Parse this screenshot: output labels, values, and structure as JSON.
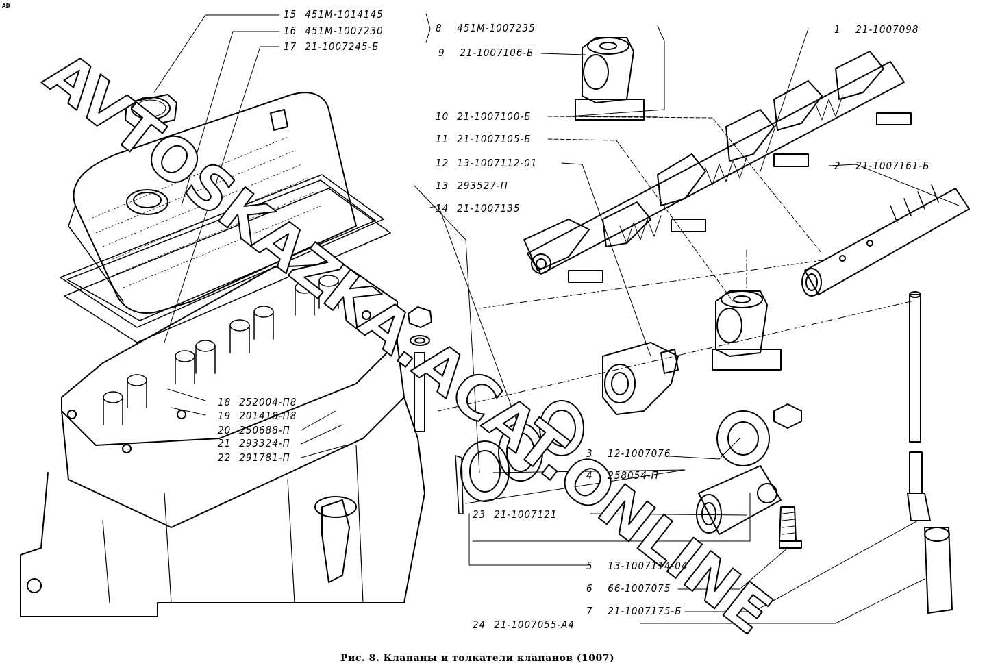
{
  "corner_mark": "AD",
  "watermark": "AVTOSKAZKA.ACAT.ONLINE",
  "caption": "Рис. 8. Клапаны и толкатели клапанов (1007)",
  "parts": [
    {
      "num": "1",
      "code": "21-1007098"
    },
    {
      "num": "2",
      "code": "21-1007161-Б"
    },
    {
      "num": "3",
      "code": "12-1007076"
    },
    {
      "num": "4",
      "code": "258054-П"
    },
    {
      "num": "5",
      "code": "13-1007114-04"
    },
    {
      "num": "6",
      "code": "66-1007075"
    },
    {
      "num": "7",
      "code": "21-1007175-Б"
    },
    {
      "num": "8",
      "code": "451М-1007235"
    },
    {
      "num": "9",
      "code": "21-1007106-Б"
    },
    {
      "num": "10",
      "code": "21-1007100-Б"
    },
    {
      "num": "11",
      "code": "21-1007105-Б"
    },
    {
      "num": "12",
      "code": "13-1007112-01"
    },
    {
      "num": "13",
      "code": "293527-П"
    },
    {
      "num": "14",
      "code": "21-1007135"
    },
    {
      "num": "15",
      "code": "451М-1014145"
    },
    {
      "num": "16",
      "code": "451М-1007230"
    },
    {
      "num": "17",
      "code": "21-1007245-Б"
    },
    {
      "num": "18",
      "code": "252004-П8"
    },
    {
      "num": "19",
      "code": "201418-П8"
    },
    {
      "num": "20",
      "code": "250688-П"
    },
    {
      "num": "21",
      "code": "293324-П"
    },
    {
      "num": "22",
      "code": "291781-П"
    },
    {
      "num": "23",
      "code": "21-1007121"
    },
    {
      "num": "24",
      "code": "21-1007055-А4"
    }
  ],
  "components": [
    "oil-filler-cap",
    "valve-cover",
    "cover-gasket",
    "cylinder-head",
    "engine-block",
    "stud",
    "nut",
    "washer",
    "rocker-shaft-assembly",
    "rocker-shaft-bracket",
    "rocker-shaft",
    "rocker-arm",
    "rocker-spring",
    "spacer-washer",
    "spring-washer",
    "cotter-pin",
    "adjusting-screw",
    "push-rod",
    "tappet",
    "valve-spring",
    "valve"
  ]
}
